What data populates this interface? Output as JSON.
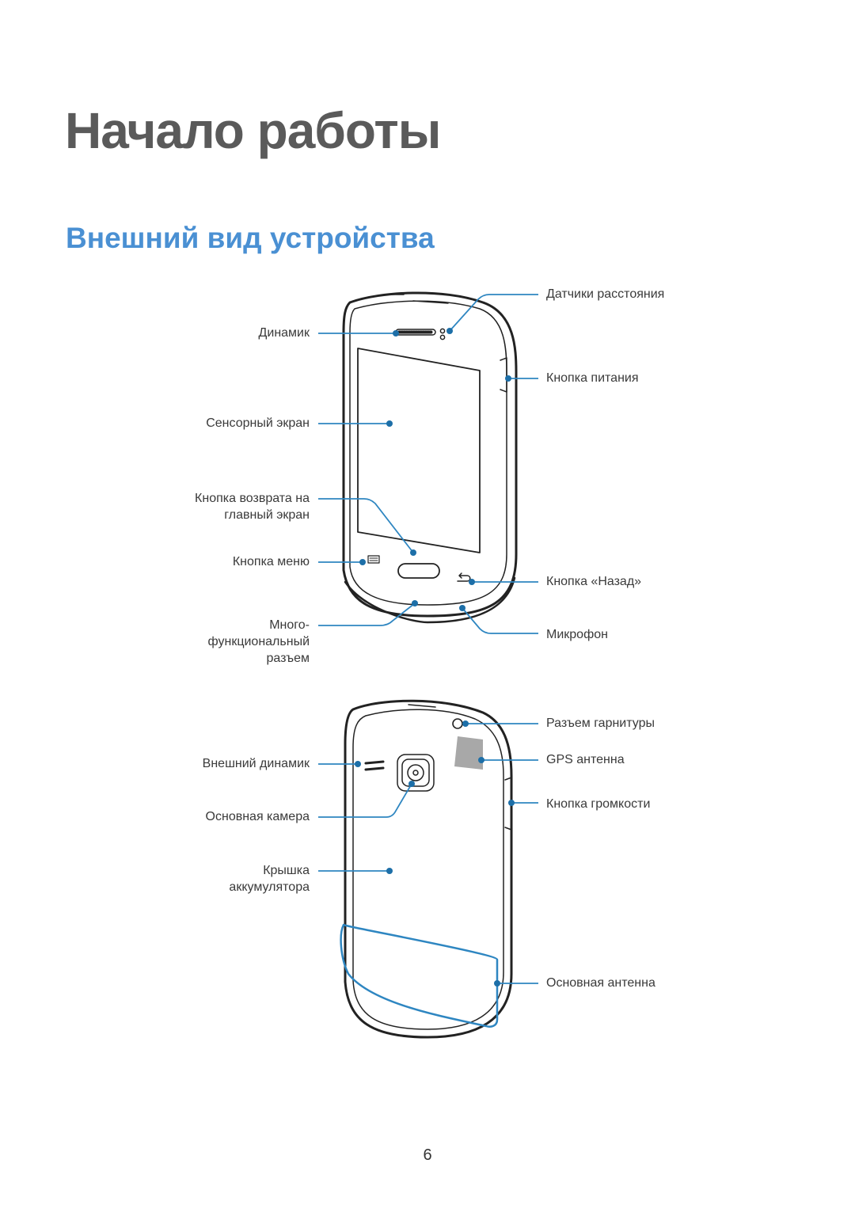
{
  "page": {
    "title": "Начало работы",
    "section_title": "Внешний вид устройства",
    "page_number": "6"
  },
  "front_labels": {
    "speaker": "Динамик",
    "touchscreen": "Сенсорный экран",
    "home_button_line1": "Кнопка возврата на",
    "home_button_line2": "главный экран",
    "menu_button": "Кнопка меню",
    "multi_line1": "Много-",
    "multi_line2": "функциональный",
    "multi_line3": "разъем",
    "proximity_sensors": "Датчики расстояния",
    "power_button": "Кнопка питания",
    "back_button": "Кнопка «Назад»",
    "microphone": "Микрофон"
  },
  "back_labels": {
    "external_speaker": "Внешний динамик",
    "main_camera": "Основная камера",
    "battery_cover_line1": "Крышка",
    "battery_cover_line2": "аккумулятора",
    "headset_jack": "Разъем гарнитуры",
    "gps_antenna": "GPS антенна",
    "volume_button": "Кнопка громкости",
    "main_antenna": "Основная антенна"
  },
  "colors": {
    "callout": "#2e86c1",
    "title": "#5a5a5a",
    "section": "#4a90d3"
  }
}
